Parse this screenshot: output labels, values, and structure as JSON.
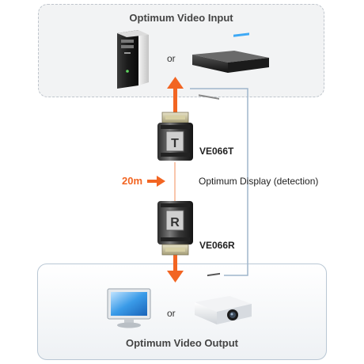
{
  "input_zone": {
    "title": "Optimum Video Input",
    "or": "or"
  },
  "output_zone": {
    "title": "Optimum Video Output",
    "or": "or"
  },
  "transmitter": {
    "model": "VE066T"
  },
  "receiver": {
    "model": "VE066R"
  },
  "distance": {
    "text": "20m"
  },
  "feedback": {
    "text": "Optimum Display (detection)"
  },
  "colors": {
    "arrow": "#f26522",
    "line": "#9fb6cc"
  },
  "icons": [
    "pc-tower-icon",
    "dvd-player-icon",
    "monitor-icon",
    "projector-icon",
    "dvi-connector-icon"
  ]
}
